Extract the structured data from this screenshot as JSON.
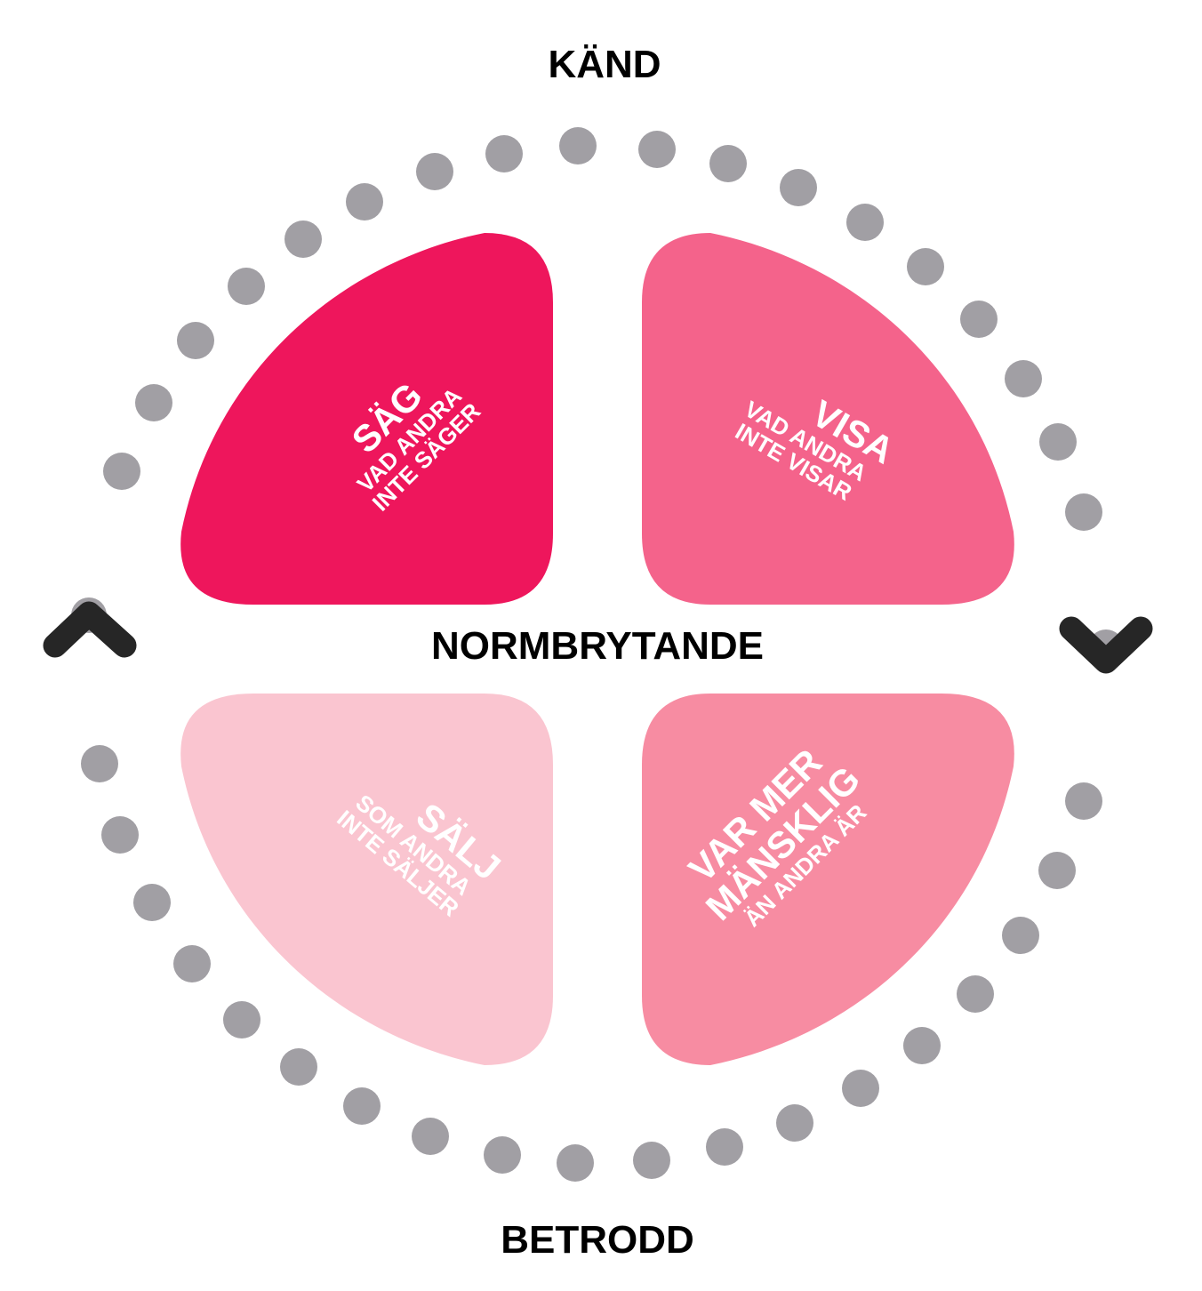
{
  "axes": {
    "top": "KÄND",
    "bottom": "BETRODD",
    "center": "NORMBRYTANDE"
  },
  "quadrants": [
    {
      "title": "SÄG",
      "subtitle_1": "VAD ANDRA",
      "subtitle_2": "INTE SÄGER",
      "color": "#ee165c"
    },
    {
      "title": "VISA",
      "subtitle_1": "VAD ANDRA",
      "subtitle_2": "INTE VISAR",
      "color": "#f4638b"
    },
    {
      "title": "SÄLJ",
      "subtitle_1": "SOM ANDRA",
      "subtitle_2": "INTE SÄLJER",
      "color": "#fac5d0"
    },
    {
      "title_1": "VAR MER",
      "title_2": "MÄNSKLIG",
      "subtitle_1": "ÄN ANDRA ÄR",
      "color": "#f78ca2"
    }
  ],
  "colors": {
    "dots": "#a19fa4",
    "chevrons": "#262626"
  }
}
